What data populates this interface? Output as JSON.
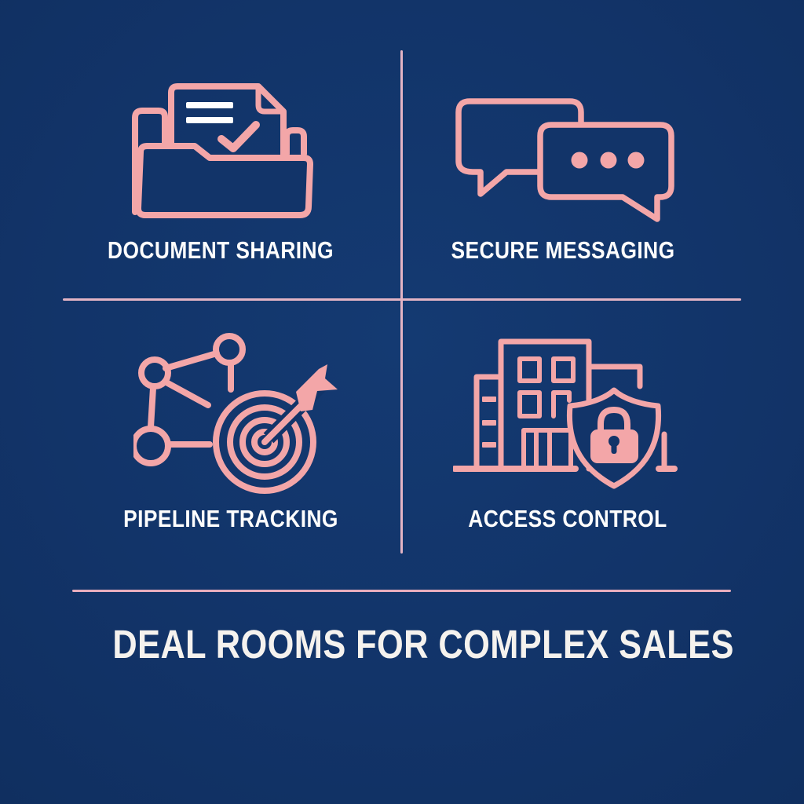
{
  "title": "DEAL ROOMS FOR COMPLEX SALES",
  "theme": {
    "background_color": "#123469",
    "icon_color": "#f3a6a8",
    "divider_color": "#e3b4c4",
    "label_color": "#fdfdfd",
    "title_color": "#f5f2ee"
  },
  "quadrants": [
    {
      "id": "document-sharing",
      "label": "DOCUMENT SHARING",
      "icon": "folder-document-check-icon"
    },
    {
      "id": "secure-messaging",
      "label": "SECURE MESSAGING",
      "icon": "chat-bubbles-icon"
    },
    {
      "id": "pipeline-tracking",
      "label": "PIPELINE TRACKING",
      "icon": "network-target-arrow-icon"
    },
    {
      "id": "access-control",
      "label": "ACCESS CONTROL",
      "icon": "building-shield-lock-icon"
    }
  ]
}
